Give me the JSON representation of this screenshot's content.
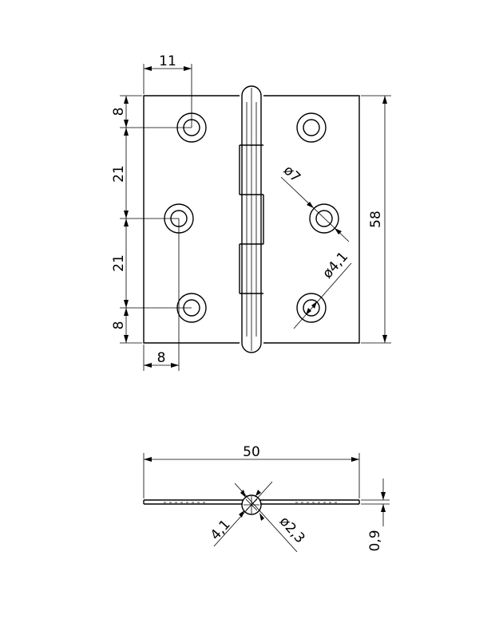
{
  "drawing": {
    "top_view": {
      "dim_hole_offset_top": "11",
      "dim_top_margin": "8",
      "dim_spacing_upper": "21",
      "dim_spacing_lower": "21",
      "dim_bottom_margin": "8",
      "dim_left_offset": "8",
      "dim_height": "58",
      "dim_countersink_dia": "ø7",
      "dim_hole_dia": "ø4,1"
    },
    "side_view": {
      "dim_width": "50",
      "dim_pin_dia_left": "4,1",
      "dim_pin_dia_right": "ø2,3",
      "dim_thickness": "0,9"
    }
  }
}
